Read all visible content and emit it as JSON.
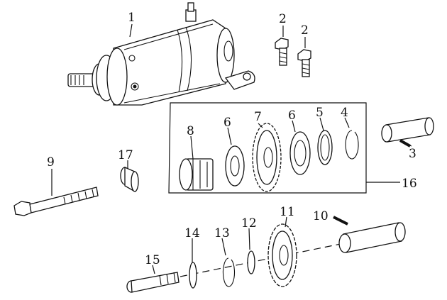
{
  "callouts": [
    {
      "id": "1",
      "text": "1"
    },
    {
      "id": "2a",
      "text": "2"
    },
    {
      "id": "2b",
      "text": "2"
    },
    {
      "id": "3",
      "text": "3"
    },
    {
      "id": "4",
      "text": "4"
    },
    {
      "id": "5",
      "text": "5"
    },
    {
      "id": "6a",
      "text": "6"
    },
    {
      "id": "6b",
      "text": "6"
    },
    {
      "id": "7",
      "text": "7"
    },
    {
      "id": "8",
      "text": "8"
    },
    {
      "id": "9",
      "text": "9"
    },
    {
      "id": "10",
      "text": "10"
    },
    {
      "id": "11",
      "text": "11"
    },
    {
      "id": "12",
      "text": "12"
    },
    {
      "id": "13",
      "text": "13"
    },
    {
      "id": "14",
      "text": "14"
    },
    {
      "id": "15",
      "text": "15"
    },
    {
      "id": "16",
      "text": "16"
    },
    {
      "id": "17",
      "text": "17"
    }
  ],
  "parts": [
    "starter-motor",
    "bolt",
    "bolt",
    "pin",
    "circlip",
    "washer",
    "washer",
    "gear",
    "gear",
    "bolt",
    "pin",
    "gear",
    "circlip",
    "circlip",
    "circlip",
    "bolt",
    "assembly-group",
    "bushing",
    "shaft-sleeve",
    "shaft-sleeve"
  ],
  "colors": {
    "line": "#111111",
    "background": "#ffffff"
  }
}
